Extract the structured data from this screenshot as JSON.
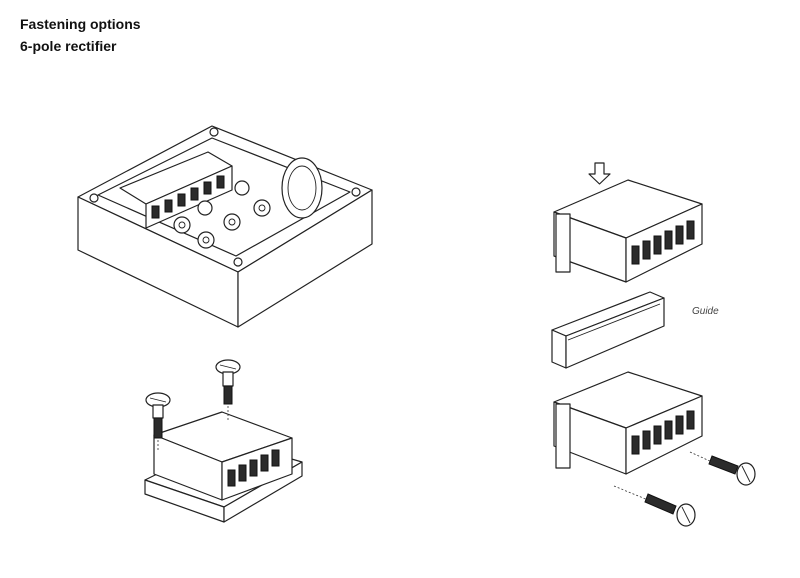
{
  "header": {
    "title": "Fastening options",
    "subtitle": "6-pole rectifier"
  },
  "labels": {
    "guide": "Guide"
  },
  "icons": {
    "arrow": "down-arrow-icon",
    "screw": "screw-icon"
  }
}
